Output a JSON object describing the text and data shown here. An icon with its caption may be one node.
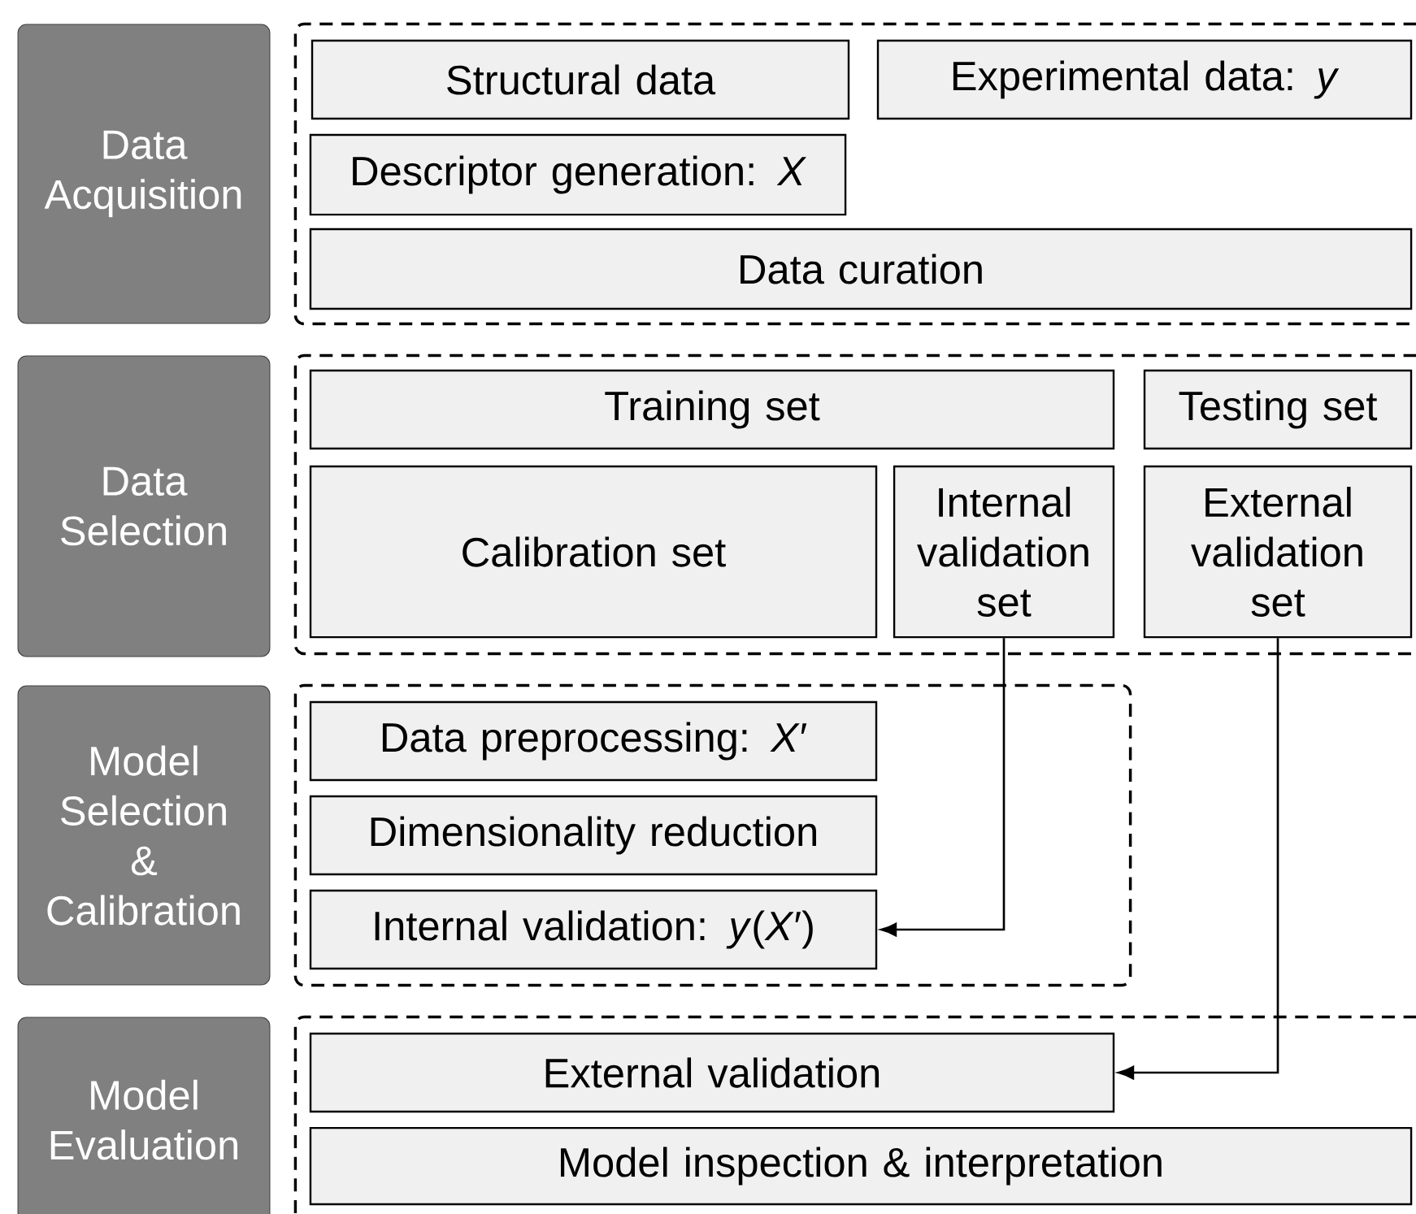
{
  "diagram": {
    "nodes": [
      {
        "text": [
          "Data Acquisition"
        ]
      },
      {
        "text": [],
        "shape": "box"
      },
      {
        "text": [
          "Structural data"
        ],
        "in": 1
      },
      {
        "text": [
          "Experimental data: *y*"
        ],
        "in": 1
      },
      {
        "text": [
          "Descriptor generation: *X*"
        ],
        "in": 1
      },
      {
        "text": [
          "Data curation"
        ],
        "in": 1
      },
      {
        "text": [
          "Data Selection"
        ]
      },
      {
        "text": [],
        "shape": "box"
      },
      {
        "text": [
          "Training set"
        ],
        "in": 7
      },
      {
        "text": [
          "Testing set"
        ],
        "in": 7
      },
      {
        "text": [
          "Calibration set"
        ],
        "in": 7
      },
      {
        "text": [
          "Internal validation set"
        ],
        "in": 7
      },
      {
        "text": [
          "External validation set"
        ],
        "in": 7
      },
      {
        "text": [
          "Model Selection & Calibration"
        ]
      },
      {
        "text": [],
        "shape": "box"
      },
      {
        "text": [
          "Data preprocessing: *X*′"
        ],
        "in": 14
      },
      {
        "text": [
          "Dimensionality reduction"
        ],
        "in": 14
      },
      {
        "text": [
          "Internal validation: *y*(*X*′)"
        ],
        "in": 14
      },
      {
        "text": [
          "Model Evaluation"
        ]
      },
      {
        "text": [],
        "shape": "box"
      },
      {
        "text": [
          "External validation"
        ],
        "in": 19
      },
      {
        "text": [
          "Model inspection & interpretation"
        ],
        "in": 19
      }
    ],
    "edges": [
      {
        "from": 11,
        "to": 17,
        "arrow": "to"
      },
      {
        "from": 12,
        "to": 20,
        "arrow": "to"
      }
    ]
  }
}
